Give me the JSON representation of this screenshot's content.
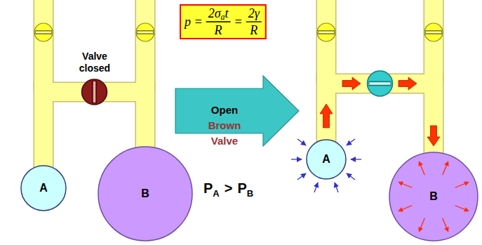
{
  "diagram": {
    "nodes": [
      {
        "text": [
          "p =",
          "2σ",
          "a",
          "t",
          "R",
          "=",
          "2γ",
          "R"
        ]
      },
      {
        "text": [
          "A"
        ]
      },
      {
        "text": [
          "B"
        ]
      },
      {
        "text": [
          "Open",
          "Brown Valve"
        ]
      },
      {
        "text": [
          "A"
        ]
      },
      {
        "text": [
          "B"
        ]
      }
    ],
    "edges": [
      {
        "from": 1,
        "to": 2,
        "arrow": "none"
      },
      {
        "from": 4,
        "to": 5,
        "arrow": "to"
      }
    ],
    "labels": [
      "Valve closed",
      "P",
      "A",
      ">",
      "P",
      "B"
    ]
  }
}
